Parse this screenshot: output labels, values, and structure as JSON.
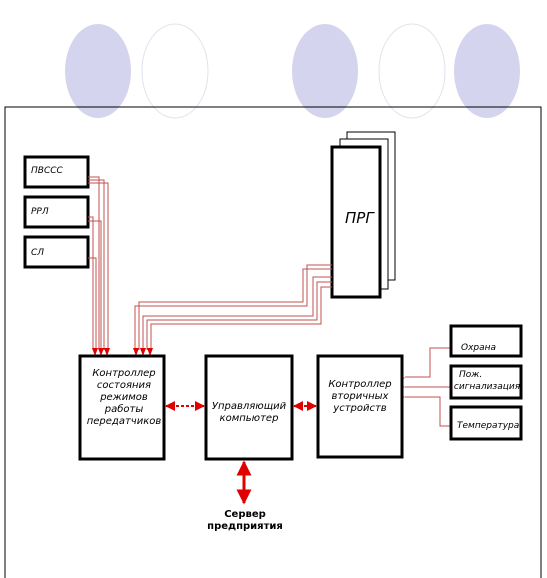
{
  "sources": {
    "s1": "ПВССС",
    "s2": "РРЛ",
    "s3": "СЛ",
    "prg": "ПРГ"
  },
  "blocks": {
    "controller_modes": [
      "Контроллер",
      "состояния",
      "режимов",
      "работы",
      "передатчиков"
    ],
    "control_computer": [
      "Управляющий",
      "компьютер"
    ],
    "controller_secondary": [
      "Контроллер",
      "вторичных",
      "устройств"
    ]
  },
  "devices": {
    "guard": "Охрана",
    "fire": [
      "Пож.",
      "сигнализация"
    ],
    "temperature": "Температура"
  },
  "server": [
    "Сервер",
    "предприятия"
  ],
  "colors": {
    "line": "#c0504d",
    "arrow": "#e00000",
    "box": "#000000",
    "lavender": "#d4d4ee"
  }
}
